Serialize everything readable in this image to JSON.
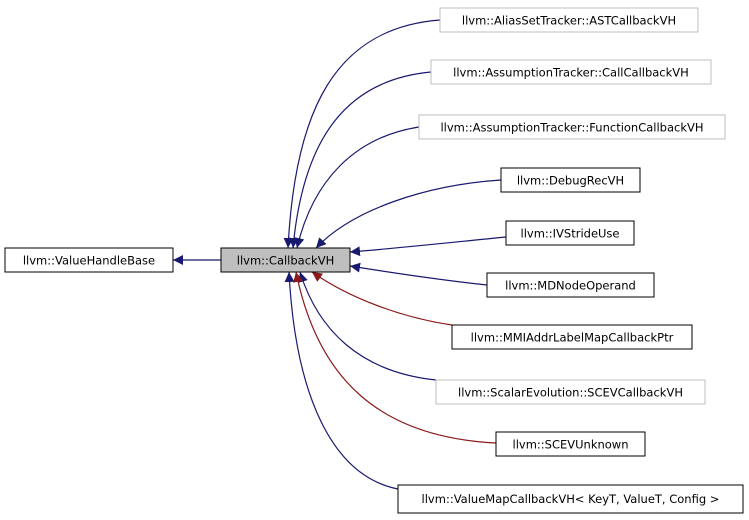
{
  "diagram": {
    "edge_colors": {
      "public": "#191970",
      "protected": "#8b1a1a"
    },
    "node_colors": {
      "focus_fill": "#bfbfbf",
      "border_solid": "#000000",
      "border_light": "#bfbfbf"
    },
    "root": {
      "label": "llvm::ValueHandleBase"
    },
    "focus": {
      "label": "llvm::CallbackVH"
    },
    "children": [
      {
        "label": "llvm::AliasSetTracker::ASTCallbackVH",
        "style": "light",
        "inheritance": "public"
      },
      {
        "label": "llvm::AssumptionTracker::CallCallbackVH",
        "style": "light",
        "inheritance": "public"
      },
      {
        "label": "llvm::AssumptionTracker::FunctionCallbackVH",
        "style": "light",
        "inheritance": "public"
      },
      {
        "label": "llvm::DebugRecVH",
        "style": "solid",
        "inheritance": "public"
      },
      {
        "label": "llvm::IVStrideUse",
        "style": "solid",
        "inheritance": "public"
      },
      {
        "label": "llvm::MDNodeOperand",
        "style": "solid",
        "inheritance": "public"
      },
      {
        "label": "llvm::MMIAddrLabelMapCallbackPtr",
        "style": "solid",
        "inheritance": "protected"
      },
      {
        "label": "llvm::ScalarEvolution::SCEVCallbackVH",
        "style": "light",
        "inheritance": "public"
      },
      {
        "label": "llvm::SCEVUnknown",
        "style": "solid",
        "inheritance": "protected"
      },
      {
        "label": "llvm::ValueMapCallbackVH< KeyT, ValueT, Config >",
        "style": "solid",
        "inheritance": "public"
      }
    ]
  }
}
